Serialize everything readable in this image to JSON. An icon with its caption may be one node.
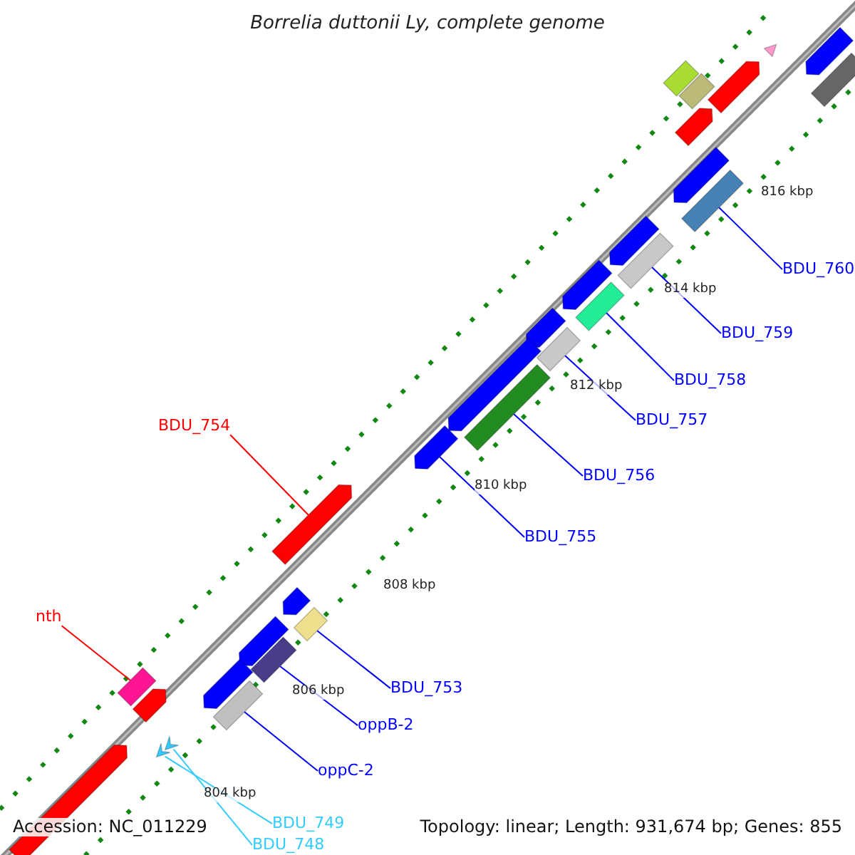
{
  "diagram": {
    "title": "Borrelia duttonii Ly, complete genome",
    "nodes": [
      {
        "text": [
          "BDU_760"
        ]
      },
      {
        "text": [],
        "shape": "bar"
      },
      {
        "text": [
          "BDU_759"
        ]
      },
      {
        "text": [],
        "shape": "bar"
      },
      {
        "text": [
          "BDU_758"
        ]
      },
      {
        "text": [],
        "shape": "bar"
      },
      {
        "text": [
          "BDU_757"
        ]
      },
      {
        "text": [],
        "shape": "bar"
      },
      {
        "text": [
          "BDU_756"
        ]
      },
      {
        "text": [],
        "shape": "bar"
      },
      {
        "text": [
          "BDU_755"
        ]
      },
      {
        "text": [],
        "shape": "bar"
      },
      {
        "text": [
          "BDU_754"
        ]
      },
      {
        "text": [],
        "shape": "bar"
      },
      {
        "text": [
          "nth"
        ]
      },
      {
        "text": [],
        "shape": "bar"
      },
      {
        "text": [
          "BDU_753"
        ]
      },
      {
        "text": [],
        "shape": "bar"
      },
      {
        "text": [
          "oppB-2"
        ]
      },
      {
        "text": [],
        "shape": "bar"
      },
      {
        "text": [
          "oppC-2"
        ]
      },
      {
        "text": [],
        "shape": "bar"
      },
      {
        "text": [
          "BDU_749"
        ]
      },
      {
        "text": [
          "BDU_748"
        ]
      },
      {
        "text": [],
        "shape": "chevron"
      },
      {
        "text": [],
        "shape": "chevron"
      },
      {
        "text": [],
        "shape": "triangle"
      },
      {
        "text": [],
        "shape": "bar"
      },
      {
        "text": [],
        "shape": "bar"
      },
      {
        "text": [],
        "shape": "bar"
      },
      {
        "text": [],
        "shape": "bar"
      },
      {
        "text": [],
        "shape": "bar"
      },
      {
        "text": [],
        "shape": "bar"
      },
      {
        "text": [],
        "shape": "bar"
      },
      {
        "text": [],
        "shape": "bar"
      },
      {
        "text": [],
        "shape": "bar"
      },
      {
        "text": [],
        "shape": "bar"
      },
      {
        "text": [],
        "shape": "bar"
      },
      {
        "text": [],
        "shape": "bar"
      },
      {
        "text": [],
        "shape": "bar"
      },
      {
        "text": [],
        "shape": "bar"
      },
      {
        "text": [],
        "shape": "bar"
      },
      {
        "text": [],
        "shape": "bar"
      }
    ],
    "edges": [
      {
        "from": 0,
        "to": 1,
        "arrow": "none"
      },
      {
        "from": 2,
        "to": 3,
        "arrow": "none"
      },
      {
        "from": 4,
        "to": 5,
        "arrow": "none"
      },
      {
        "from": 6,
        "to": 7,
        "arrow": "none"
      },
      {
        "from": 8,
        "to": 9,
        "arrow": "none"
      },
      {
        "from": 10,
        "to": 11,
        "arrow": "none"
      },
      {
        "from": 12,
        "to": 13,
        "arrow": "none",
        "color": "#ff0000"
      },
      {
        "from": 14,
        "to": 15,
        "arrow": "none",
        "color": "#ff0000"
      },
      {
        "from": 16,
        "to": 17,
        "arrow": "none"
      },
      {
        "from": 18,
        "to": 19,
        "arrow": "none"
      },
      {
        "from": 20,
        "to": 21,
        "arrow": "none"
      },
      {
        "from": 22,
        "to": 24,
        "arrow": "none",
        "color": "#33ccff"
      },
      {
        "from": 23,
        "to": 25,
        "arrow": "none",
        "color": "#33ccff"
      }
    ],
    "labels": [
      "816 kbp",
      "814 kbp",
      "812 kbp",
      "810 kbp",
      "808 kbp",
      "806 kbp",
      "804 kbp",
      "Accession: NC_011229",
      "Topology: linear; Length: 931,674 bp; Genes: 855"
    ]
  }
}
